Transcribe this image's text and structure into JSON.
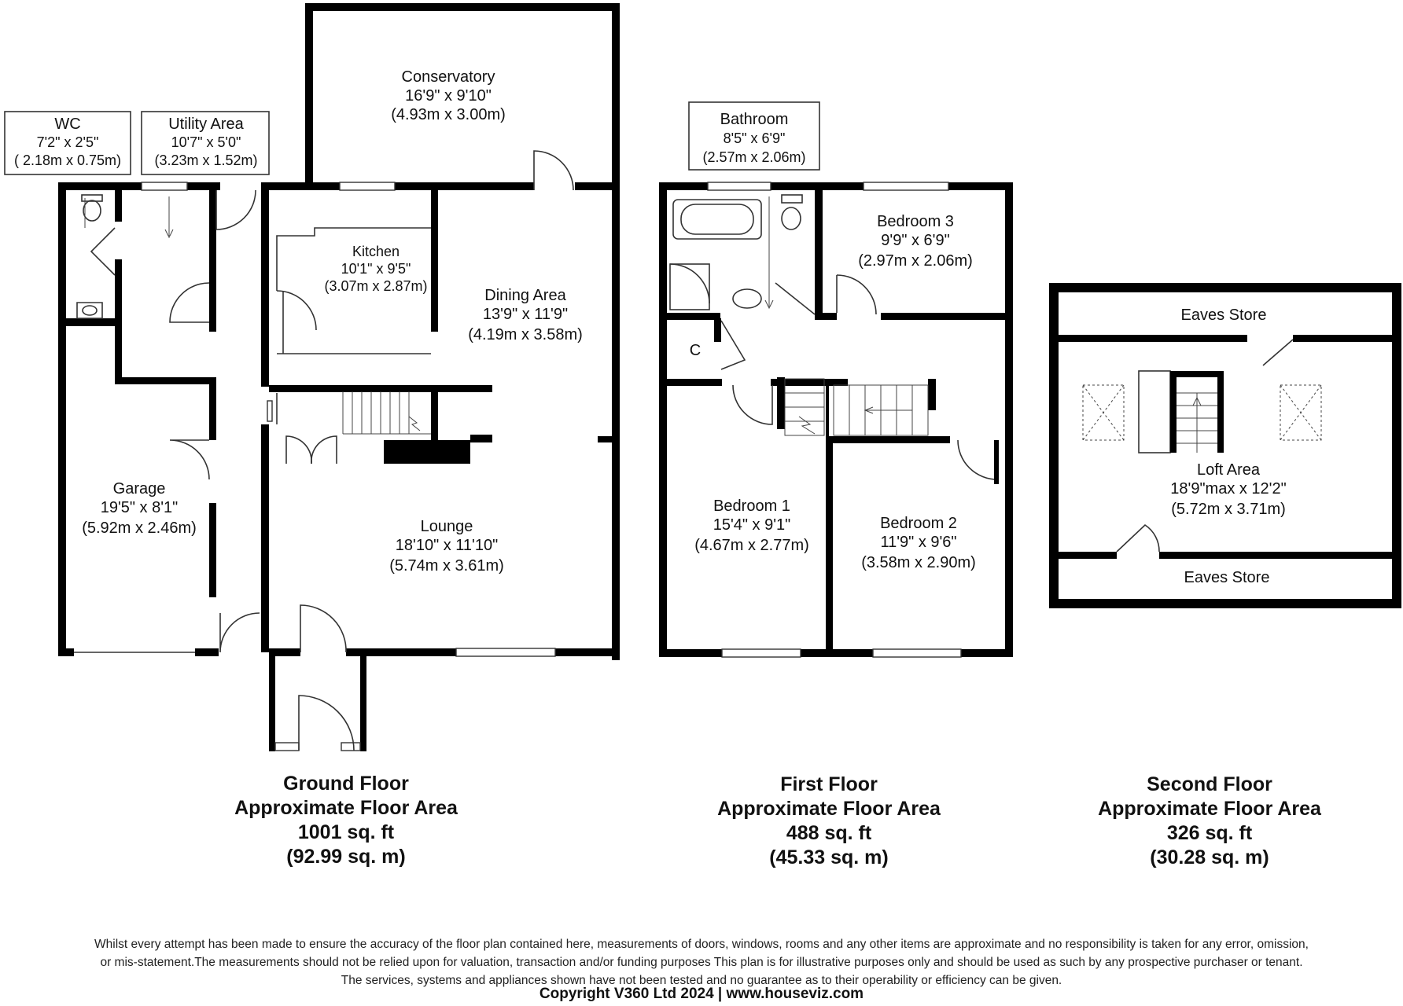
{
  "rooms": {
    "conservatory": {
      "name": "Conservatory",
      "imperial": "16'9\" x 9'10\"",
      "metric": "(4.93m x 3.00m)"
    },
    "wc": {
      "name": "WC",
      "imperial": "7'2\" x 2'5\"",
      "metric": "( 2.18m x 0.75m)"
    },
    "utility": {
      "name": "Utility Area",
      "imperial": "10'7\" x 5'0\"",
      "metric": "(3.23m x 1.52m)"
    },
    "kitchen": {
      "name": "Kitchen",
      "imperial": "10'1\" x 9'5\"",
      "metric": "(3.07m x 2.87m)"
    },
    "dining": {
      "name": "Dining Area",
      "imperial": "13'9\" x 11'9\"",
      "metric": "(4.19m x 3.58m)"
    },
    "garage": {
      "name": "Garage",
      "imperial": "19'5\" x 8'1\"",
      "metric": "(5.92m x 2.46m)"
    },
    "lounge": {
      "name": "Lounge",
      "imperial": "18'10\" x 11'10\"",
      "metric": "(5.74m x 3.61m)"
    },
    "bathroom": {
      "name": "Bathroom",
      "imperial": "8'5\" x 6'9\"",
      "metric": "(2.57m x 2.06m)"
    },
    "bedroom3": {
      "name": "Bedroom 3",
      "imperial": "9'9\" x 6'9\"",
      "metric": "(2.97m x 2.06m)"
    },
    "cupboard": {
      "name": "C"
    },
    "bedroom1": {
      "name": "Bedroom 1",
      "imperial": "15'4\" x 9'1\"",
      "metric": "(4.67m x 2.77m)"
    },
    "bedroom2": {
      "name": "Bedroom 2",
      "imperial": "11'9\" x 9'6\"",
      "metric": "(3.58m x 2.90m)"
    },
    "eaves_top": {
      "name": "Eaves Store"
    },
    "loft": {
      "name": "Loft Area",
      "imperial": "18'9\"max x 12'2\"",
      "metric": "(5.72m x 3.71m)"
    },
    "eaves_bottom": {
      "name": "Eaves Store"
    }
  },
  "floors": [
    {
      "title": "Ground Floor",
      "caption": "Approximate Floor Area",
      "sqft": "1001 sq. ft",
      "sqm": "(92.99 sq. m)"
    },
    {
      "title": "First Floor",
      "caption": "Approximate Floor Area",
      "sqft": "488 sq. ft",
      "sqm": "(45.33 sq. m)"
    },
    {
      "title": "Second Floor",
      "caption": "Approximate Floor Area",
      "sqft": "326 sq. ft",
      "sqm": "(30.28 sq. m)"
    }
  ],
  "disclaimer": {
    "line1": "Whilst every attempt has been made to ensure the accuracy of the floor plan contained here, measurements of doors, windows, rooms and any other items are approximate and no responsibility is taken for any error, omission,",
    "line2": "or mis-statement.The measurements should not be relied upon for valuation, transaction and/or funding purposes This plan is for illustrative purposes only and should be used as such by any prospective purchaser or tenant.",
    "line3": "The services, systems and appliances shown have not been tested and no guarantee as to their operability or efficiency can be given."
  },
  "copyright": "Copyright V360 Ltd 2024 | www.houseviz.com"
}
